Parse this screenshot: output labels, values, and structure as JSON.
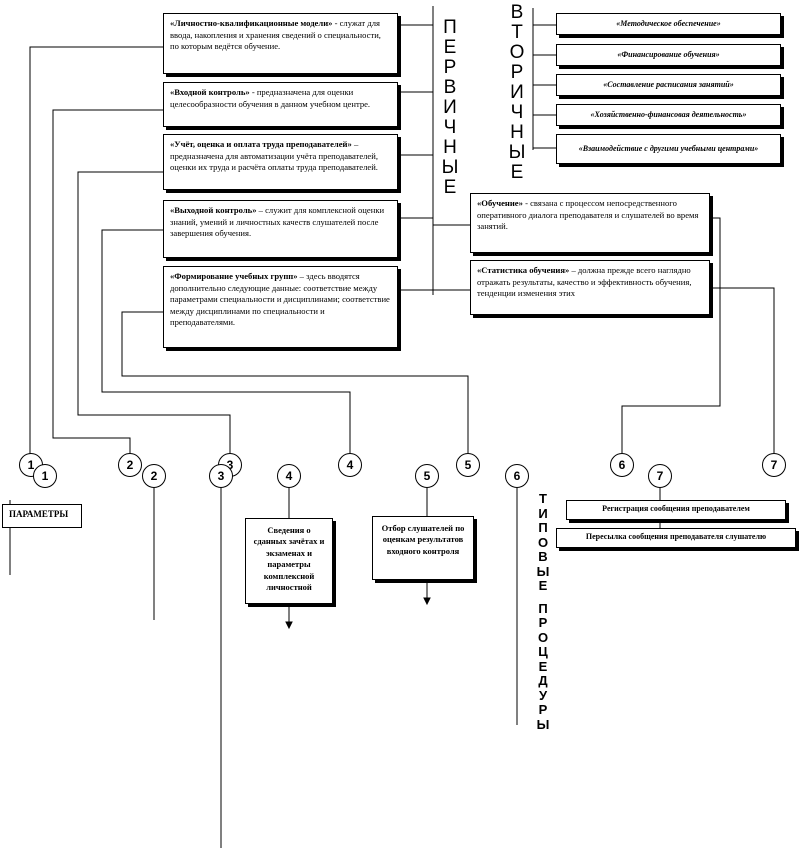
{
  "primary_heading": [
    "П",
    "Е",
    "Р",
    "В",
    "И",
    "Ч",
    "Н",
    "Ы",
    "Е"
  ],
  "secondary_heading": [
    "В",
    "Т",
    "О",
    "Р",
    "И",
    "Ч",
    "Н",
    "Ы",
    "Е"
  ],
  "typical_heading": [
    "Т",
    "И",
    "П",
    "О",
    "В",
    "Ы",
    "Е",
    "",
    "П",
    "Р",
    "О",
    "Ц",
    "Е",
    "Д",
    "У",
    "Р",
    "Ы"
  ],
  "primary_boxes": [
    {
      "title": "«Личностно-квалификационные модели»",
      "text": " - служат для ввода, накопления и хранения сведений о специальности, по которым ведётся обучение."
    },
    {
      "title": "«Входной контроль»",
      "text": " - предназначена для оценки целесообразности обучения в данном учебном центре."
    },
    {
      "title": "«Учёт, оценка и оплата труда преподавателей»",
      "text": " – предназначена для автоматизации учёта преподавателей, оценки их труда и расчёта оплаты труда преподавателей."
    },
    {
      "title": "«Выходной контроль»",
      "text": " – служит для комплексной оценки знаний, умений и личностных качеств слушателей после завершения обучения."
    },
    {
      "title": "«Формирование учебных групп»",
      "text": " – здесь вводятся дополнительно следующие данные: соответствие между параметрами специальности и дисциплинами; соответствие между дисциплинами по специальности и преподавателями."
    },
    {
      "title": "«Обучение»",
      "text": " - связана с процессом непосредственного оперативного диалога преподавателя и слушателей во время занятий."
    },
    {
      "title": "«Статистика обучения»",
      "text": " – должна прежде всего наглядно отражать результаты, качество и эффективность обучения, тенденции изменения этих"
    }
  ],
  "secondary_boxes": [
    "«Методическое обеспечение»",
    "«Финансирование обучения»",
    "«Составление расписания занятий»",
    "«Хозяйственно-финансовая деятельность»",
    "«Взаимодействие с другими учебными центрами»"
  ],
  "circles_top": [
    "1",
    "2",
    "3",
    "4",
    "5",
    "6",
    "7"
  ],
  "circles_bottom": [
    "1",
    "2",
    "3",
    "4",
    "5",
    "6",
    "7"
  ],
  "params_label": "ПАРАМЕТРЫ",
  "proc_4": "Сведения о сданных зачётах и экзаменах и параметры комплексной личностной",
  "proc_5": "Отбор слушателей по оценкам результатов входного контроля",
  "typical_boxes": [
    "Регистрация сообщения преподавателем",
    "Пересылка сообщения преподавателя слушателю"
  ]
}
